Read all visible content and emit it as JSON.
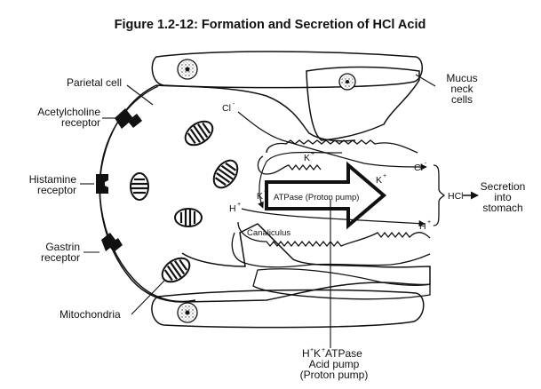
{
  "figure": {
    "title": "Figure 1.2-12: Formation and Secretion of HCl Acid"
  },
  "labels": {
    "parietal_cell": "Parietal cell",
    "acetylcholine_line1": "Acetylcholine",
    "acetylcholine_line2": "receptor",
    "histamine_line1": "Histamine",
    "histamine_line2": "receptor",
    "gastrin_line1": "Gastrin",
    "gastrin_line2": "receptor",
    "mitochondria": "Mitochondria",
    "mucus_line1": "Mucus",
    "mucus_line2": "neck",
    "mucus_line3": "cells",
    "atpase": "ATPase (Proton pump)",
    "canaliculus": "Canaliculus",
    "hcl": "HCl",
    "secretion_line1": "Secretion",
    "secretion_line2": "into",
    "secretion_line3": "stomach",
    "pump_line1_a": "H",
    "pump_line1_b": "K",
    "pump_line1_c": "ATPase",
    "pump_line2": "Acid pump",
    "pump_line3": "(Proton pump)"
  },
  "ions": {
    "chloride": "Cl",
    "potassium": "K",
    "hydrogen": "H",
    "minus": "-",
    "plus": "+"
  },
  "colors": {
    "ink": "#111111",
    "background": "#ffffff"
  }
}
